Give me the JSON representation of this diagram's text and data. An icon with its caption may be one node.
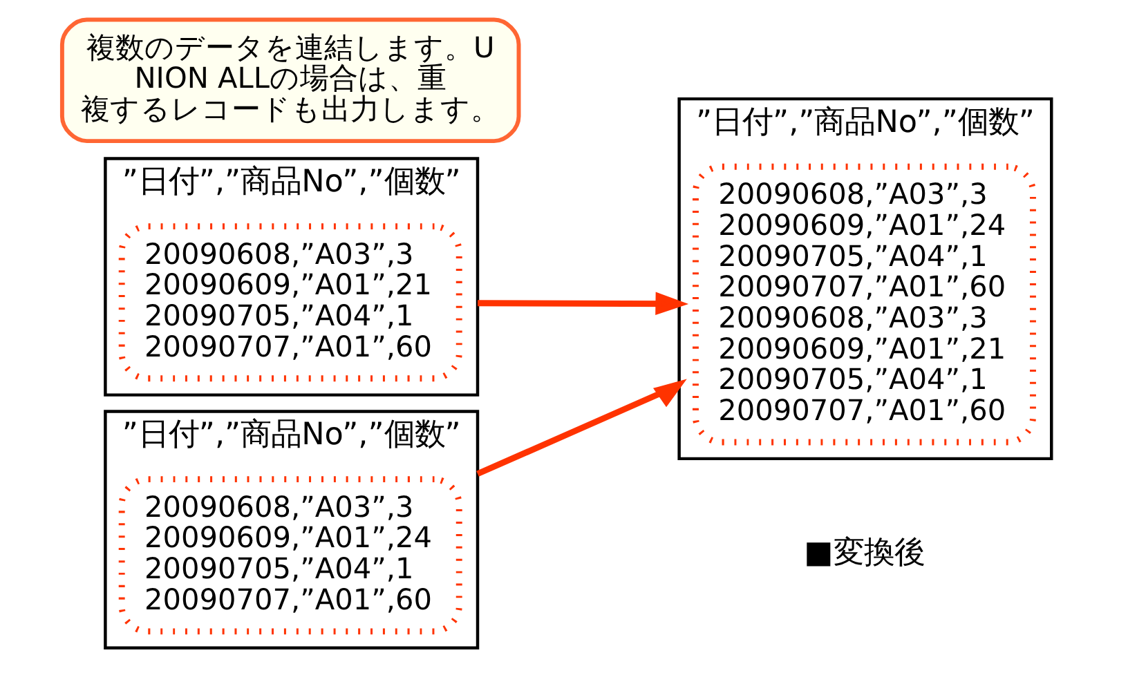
{
  "diagram": {
    "nodes": [
      {
        "text": [
          "”日付”,”商品No”,”個数”"
        ]
      },
      {
        "text": [
          "20090608,”A03”,3",
          "20090609,”A01”,24",
          "20090705,”A04”,1",
          "20090707,”A01”,60"
        ],
        "in": 0
      },
      {
        "text": [
          "”日付”,”商品No”,”個数”"
        ]
      },
      {
        "text": [
          "20090608,”A03”,3",
          "20090609,”A01”,21",
          "20090705,”A04”,1",
          "20090707,”A01”,60"
        ],
        "in": 2
      },
      {
        "text": [
          "”日付”,”商品No”,”個数”"
        ]
      },
      {
        "text": [
          "20090608,”A03”,3",
          "20090609,”A01”,24",
          "20090705,”A04”,1",
          "20090707,”A01”,60",
          "20090608,”A03”,3",
          "20090609,”A01”,21",
          "20090705,”A04”,1",
          "20090707,”A01”,60"
        ],
        "in": 4
      },
      {
        "text": [
          "複数のデータを連結します。UNION ALLの場合は、重複するレコードも出力します。"
        ]
      }
    ],
    "edges": [
      {
        "from": 0,
        "to": 4,
        "arrow": "to"
      },
      {
        "from": 2,
        "to": 4,
        "arrow": "to"
      }
    ],
    "labels": [
      "■変換後"
    ]
  }
}
